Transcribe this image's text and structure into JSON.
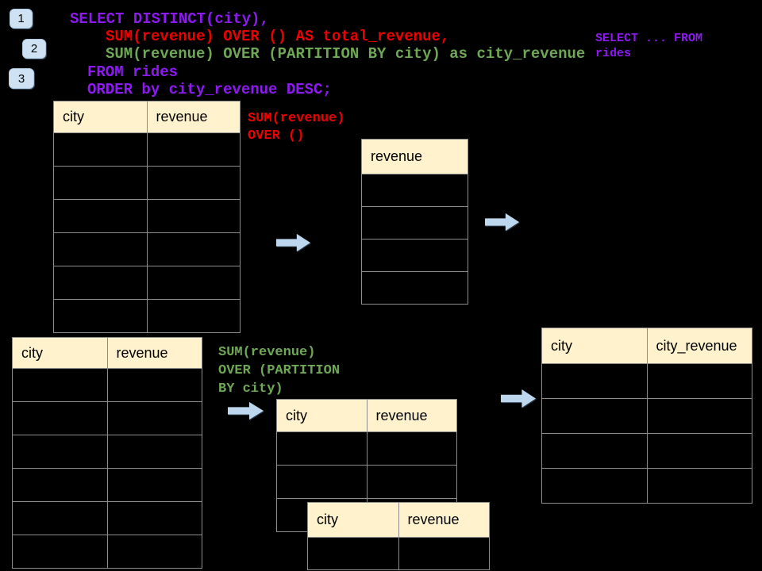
{
  "slide": {
    "background": "#000000"
  },
  "badges": [
    {
      "label": "1"
    },
    {
      "label": "2"
    },
    {
      "label": "3"
    }
  ],
  "sql": {
    "lines": [
      {
        "text": "SELECT DISTINCT(city),",
        "color": "#8e19f3"
      },
      {
        "text": "SUM(revenue) OVER () AS total_revenue,",
        "color": "#ec0000"
      },
      {
        "text": "SUM(revenue) OVER (PARTITION BY city) as city_revenue",
        "color": "#6fa855"
      },
      {
        "text": "FROM rides",
        "color": "#8e19f3"
      },
      {
        "text": "ORDER by city_revenue DESC;",
        "color": "#8e19f3"
      }
    ]
  },
  "side_snippet": {
    "line1": "SELECT ... FROM",
    "line2": "rides",
    "color": "#8e19f3"
  },
  "labels": {
    "total_window": {
      "line1": "SUM(revenue)",
      "line2": "OVER ()",
      "color": "#ec0000"
    },
    "partition_window": {
      "line1": "SUM(revenue)",
      "line2": "OVER (PARTITION",
      "line3": "BY city)",
      "color": "#6fa855"
    }
  },
  "tables": {
    "source_top": {
      "columns": [
        "city",
        "revenue"
      ],
      "body_rows": 6
    },
    "total_revenue": {
      "columns": [
        "revenue"
      ],
      "body_rows": 4
    },
    "source_bottom": {
      "columns": [
        "city",
        "revenue"
      ],
      "body_rows": 6
    },
    "partition_a": {
      "columns": [
        "city",
        "revenue"
      ],
      "body_rows": 3
    },
    "partition_b": {
      "columns": [
        "city",
        "revenue"
      ],
      "body_rows": 1
    },
    "city_revenue": {
      "columns": [
        "city",
        "city_revenue"
      ],
      "body_rows": 4
    }
  },
  "icons": {
    "arrow_right": "arrow-right-icon"
  },
  "colors": {
    "purple": "#8e19f3",
    "red": "#ec0000",
    "green": "#6fa855",
    "header_bg": "#fff2cc",
    "table_border": "#8d8d8d",
    "badge_bg": "#cfe2f3",
    "arrow_fill": "#bdd7ee",
    "background": "#000000"
  }
}
